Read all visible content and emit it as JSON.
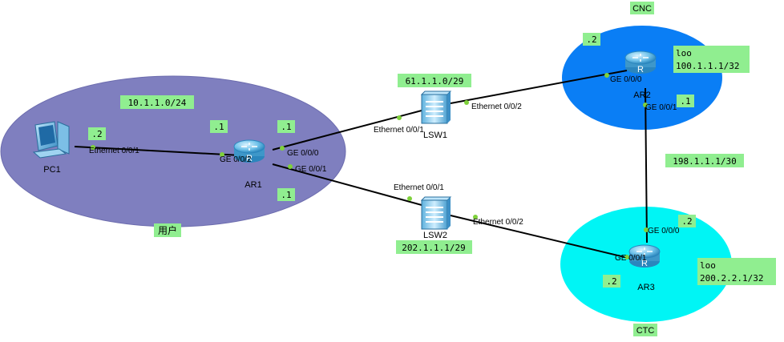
{
  "areas": {
    "user": "用户",
    "cnc": "CNC",
    "ctc": "CTC"
  },
  "devices": {
    "pc1": "PC1",
    "ar1": "AR1",
    "ar2": "AR2",
    "ar3": "AR3",
    "lsw1": "LSW1",
    "lsw2": "LSW2"
  },
  "subnets": {
    "user_lan": "10.1.1.0/24",
    "cnc_link": "61.1.1.0/29",
    "ctc_link": "202.1.1.1/29",
    "isp_link": "198.1.1.1/30"
  },
  "loopbacks": {
    "ar2_title": "loo",
    "ar2_addr": "100.1.1.1/32",
    "ar3_title": "loo",
    "ar3_addr": "200.2.2.1/32"
  },
  "hosts": {
    "pc1": ".2",
    "ar1_lan": ".1",
    "ar1_cnc": ".1",
    "ar1_ctc": ".1",
    "ar2_cnc": ".2",
    "ar2_isp": ".1",
    "ar3_isp": ".2",
    "ar3_ctc": ".2"
  },
  "ports": {
    "pc1_eth": "Ethernet 0/0/1",
    "ar1_ge002": "GE 0/0/2",
    "ar1_ge000": "GE 0/0/0",
    "ar1_ge001": "GE 0/0/1",
    "lsw1_eth1": "Ethernet 0/0/1",
    "lsw1_eth2": "Ethernet 0/0/2",
    "lsw2_eth1": "Ethernet 0/0/1",
    "lsw2_eth2": "Ethernet 0/0/2",
    "ar2_ge000": "GE 0/0/0",
    "ar2_ge001": "GE 0/0/1",
    "ar3_ge000": "GE 0/0/0",
    "ar3_ge001": "GE 0/0/1"
  },
  "colors": {
    "user_area": "#7f7fbf",
    "cnc_area": "#0a7ef5",
    "ctc_area": "#00f5f5",
    "label_bg": "#90ee90",
    "link": "#000000",
    "port_dot": "#7fd13b"
  }
}
